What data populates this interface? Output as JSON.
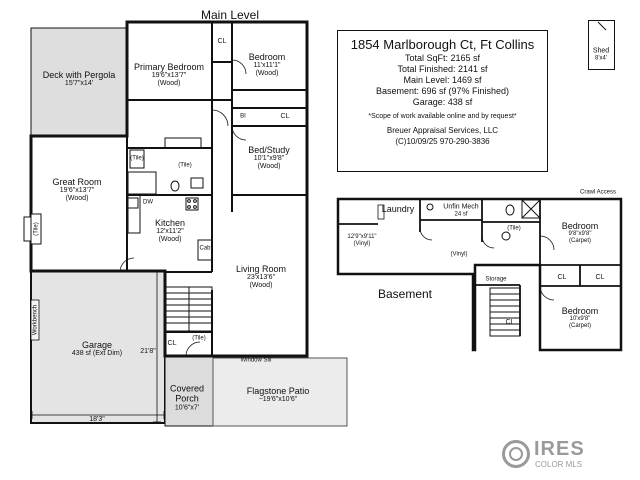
{
  "main_level": {
    "heading": "Main Level",
    "rooms": {
      "deck": {
        "name": "Deck with Pergola",
        "dims": "15'7\"x14'"
      },
      "primary_bedroom": {
        "name": "Primary Bedroom",
        "dims": "19'6\"x13'7\"",
        "floor": "(Wood)"
      },
      "bedroom": {
        "name": "Bedroom",
        "dims": "11'x11'1\"",
        "floor": "(Wood)"
      },
      "bed_study": {
        "name": "Bed/Study",
        "dims": "10'1\"x9'8\"",
        "floor": "(Wood)"
      },
      "great_room": {
        "name": "Great Room",
        "dims": "19'6\"x13'7\"",
        "floor": "(Wood)"
      },
      "kitchen": {
        "name": "Kitchen",
        "dims": "12'x11'2\"",
        "floor": "(Wood)"
      },
      "living_room": {
        "name": "Living Room",
        "dims": "23'x13'6\"",
        "floor": "(Wood)"
      },
      "garage": {
        "name": "Garage",
        "dims": "438 sf (Ext Dim)"
      },
      "covered_porch": {
        "name": "Covered Porch",
        "dims": "10'6\"x7'"
      },
      "patio": {
        "name": "Flagstone Patio",
        "dims": "~19'6\"x10'6\""
      }
    },
    "labels": {
      "cl_bedroom": "CL",
      "cl_bed_study": "CL",
      "bi": "BI",
      "tile_bath_1": "(Tile)",
      "tile_bath_2": "(Tile)",
      "tile_porch": "(Tile)",
      "tile_fireplace": "(Tile)",
      "cl_porch": "CL",
      "dw": "DW",
      "cab": "Cab",
      "workbench": "Workbench",
      "window_sill": "Window Sill",
      "garage_depth": "21'8\"",
      "garage_width": "18'3\""
    }
  },
  "info": {
    "title": "1854 Marlborough Ct, Ft Collins",
    "total_sqft": "Total SqFt: 2165 sf",
    "total_finished": "Total Finished: 2141 sf",
    "main_level": "Main Level: 1469 sf",
    "basement": "Basement: 696 sf (97% Finished)",
    "garage": "Garage: 438 sf",
    "note": "*Scope of work available online and by request*",
    "company": "Breuer Appraisal Services, LLC",
    "contact": "(C)10/09/25  970-290-3836"
  },
  "shed": {
    "name": "Shed",
    "dims": "8'x4'"
  },
  "basement": {
    "heading": "Basement",
    "rooms": {
      "laundry": {
        "name": "Laundry"
      },
      "unfin_mech": {
        "name": "Unfin Mech",
        "dims": "24 sf"
      },
      "family_area": {
        "dims": "12'9\"x9'11\"",
        "floor": "(Vinyl)"
      },
      "vinyl_hall": {
        "floor": "(Vinyl)"
      },
      "bedroom_1": {
        "name": "Bedroom",
        "dims": "9'8\"x9'8\"",
        "floor": "(Carpet)"
      },
      "bedroom_2": {
        "name": "Bedroom",
        "dims": "10'x9'8\"",
        "floor": "(Carpet)"
      }
    },
    "labels": {
      "crawl_access": "Crawl Access",
      "bath_tile": "(Tile)",
      "storage": "Storage",
      "cl_1": "CL",
      "cl_2": "CL",
      "cl_3": "CL"
    }
  },
  "logo": {
    "brand": "IRES",
    "sub": "COLOR MLS"
  }
}
